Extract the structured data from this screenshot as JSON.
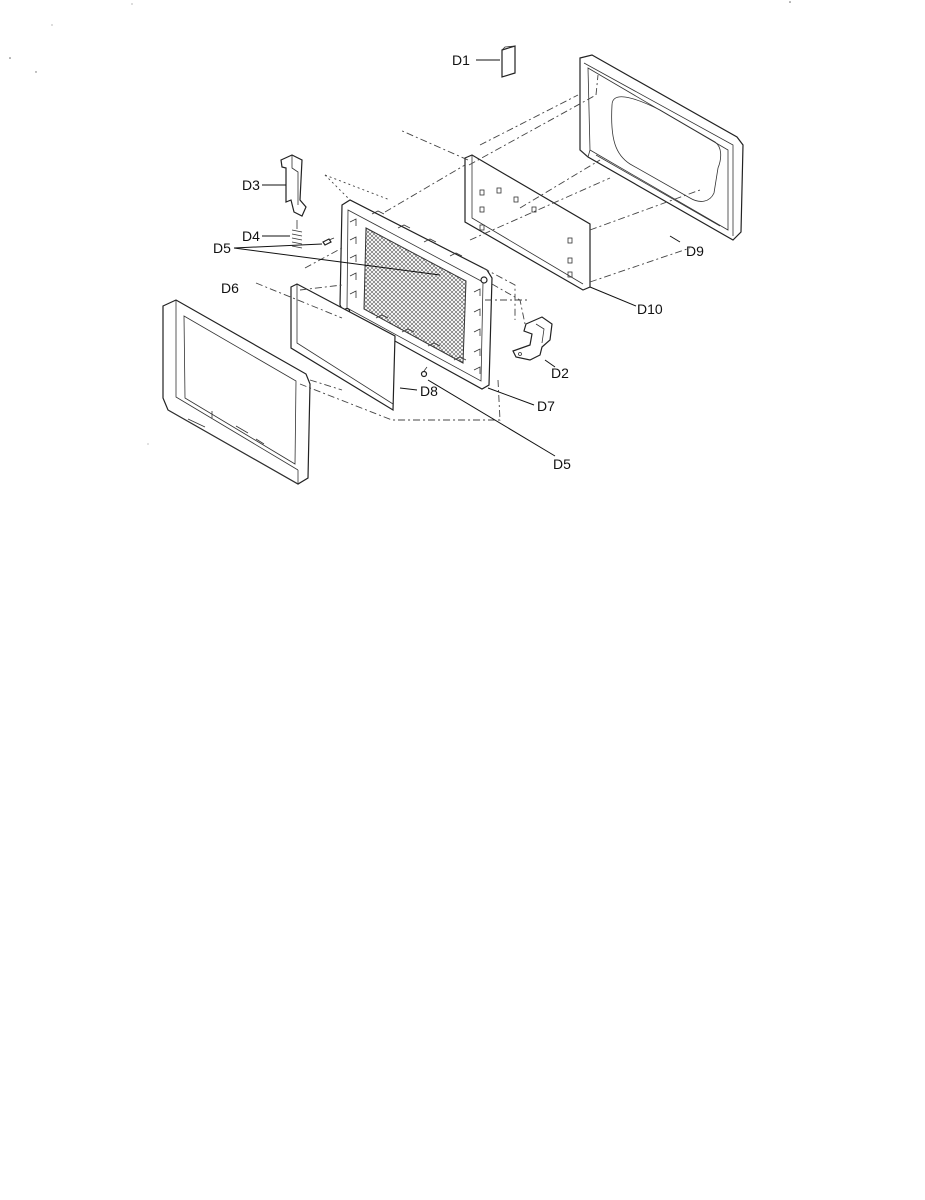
{
  "diagram": {
    "labels": {
      "d1": "D1",
      "d2": "D2",
      "d3": "D3",
      "d4": "D4",
      "d5_upper": "D5",
      "d5_lower": "D5",
      "d6": "D6",
      "d7": "D7",
      "d8": "D8",
      "d9": "D9",
      "d10": "D10"
    }
  }
}
